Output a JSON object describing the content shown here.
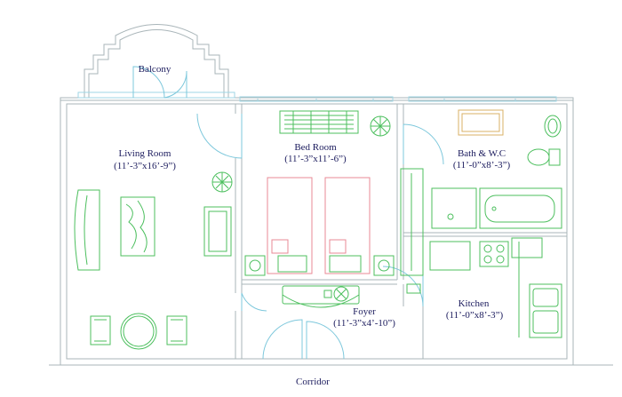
{
  "rooms": {
    "balcony": {
      "name": "Balcony"
    },
    "living": {
      "name": "Living Room",
      "size": "(11’-3”x16’-9”)"
    },
    "bedroom": {
      "name": "Bed Room",
      "size": "(11’-3”x11’-6”)"
    },
    "bath": {
      "name": "Bath & W.C",
      "size": "(11’-0”x8’-3”)"
    },
    "foyer": {
      "name": "Foyer",
      "size": "(11’-3”x4’-10”)"
    },
    "kitchen": {
      "name": "Kitchen",
      "size": "(11’-0”x8’-3”)"
    },
    "corridor": {
      "name": "Corridor"
    }
  },
  "colors": {
    "walls": "#a9b5b9",
    "windows": "#9fd6e4",
    "doors": "#7ec8dc",
    "furniture": "#4cbf5e",
    "beds": "#e88a96",
    "wood": "#d9b066",
    "labels": "#1c1c5e"
  }
}
